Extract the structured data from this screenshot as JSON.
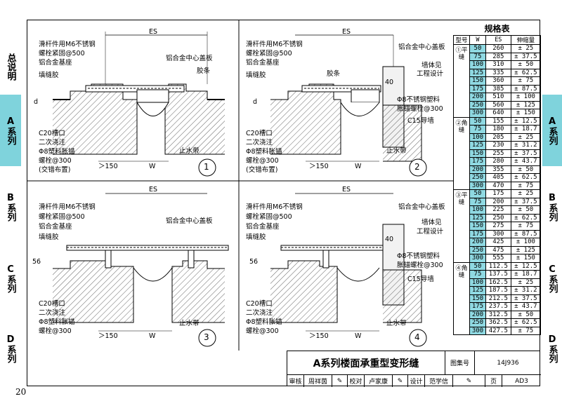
{
  "left_tabs": [
    {
      "label": "总说明",
      "active": false
    },
    {
      "label": "A系列",
      "active": true
    },
    {
      "label": "B系列",
      "active": false
    },
    {
      "label": "C系列",
      "active": false
    },
    {
      "label": "D系列",
      "active": false
    }
  ],
  "right_tabs": [
    {
      "label": "A系列",
      "active": true
    },
    {
      "label": "B系列",
      "active": false
    },
    {
      "label": "C系列",
      "active": false
    },
    {
      "label": "D系列",
      "active": false
    }
  ],
  "page_number": "20",
  "colors": {
    "accent": "#7fd3dc",
    "cell_highlight": "#8fd9e2"
  },
  "details": [
    {
      "number": "1",
      "es": "ES",
      "w": "W",
      "min_dim": "＞150",
      "d": "d",
      "left_labels": [
        "滑杆件用M6不锈钢",
        "螺栓紧固@500",
        "铝合金基座",
        "填缝胶"
      ],
      "bottom_labels": [
        "C20槽口",
        "二次浇注",
        "Φ8塑料胀锚",
        "螺栓@300",
        "(交错布置)"
      ],
      "right_labels": [
        "铝合金中心盖板",
        "胶条"
      ],
      "waterstop": "止水带"
    },
    {
      "number": "2",
      "es": "ES",
      "w": "W",
      "min_dim": "＞150",
      "d": "d",
      "dim40": "40",
      "left_labels": [
        "滑杆件用M6不锈钢",
        "螺栓紧固@500",
        "铝合金基座",
        "填缝胶"
      ],
      "bottom_labels": [
        "C20槽口",
        "二次浇注",
        "Φ8塑料胀锚",
        "螺栓@300",
        "(交错布置)"
      ],
      "right_labels": [
        "铝合金中心盖板",
        "墙体见",
        "工程设计",
        "胶条",
        "Φ8不锈钢塑料",
        "胀锚螺栓@300",
        "C15导墙"
      ],
      "waterstop": "止水带"
    },
    {
      "number": "3",
      "es": "ES",
      "w": "W",
      "min_dim": "＞150",
      "d": "56",
      "left_labels": [
        "滑杆件用M6不锈钢",
        "螺栓紧固@500",
        "铝合金基座",
        "填缝胶"
      ],
      "bottom_labels": [
        "C20槽口",
        "二次浇注",
        "Φ8塑料胀锚",
        "螺栓@300"
      ],
      "right_labels": [
        "铝合金中心盖板"
      ],
      "waterstop": "止水带"
    },
    {
      "number": "4",
      "es": "ES",
      "w": "W",
      "min_dim": "＞150",
      "d": "56",
      "dim40": "40",
      "left_labels": [
        "滑杆件用M6不锈钢",
        "螺栓紧固@500",
        "铝合金基座",
        "填缝胶"
      ],
      "bottom_labels": [
        "C20槽口",
        "二次浇注",
        "Φ8塑料胀锚",
        "螺栓@300"
      ],
      "right_labels": [
        "铝合金中心盖板",
        "墙体见",
        "工程设计",
        "Φ8不锈钢塑料",
        "胀锚螺栓@300",
        "C15导墙"
      ],
      "waterstop": "止水带"
    }
  ],
  "spec_table": {
    "title": "规格表",
    "headers": [
      "型号",
      "W",
      "ES",
      "伸缩量"
    ],
    "groups": [
      {
        "type": "①平缝",
        "rows": [
          [
            "50",
            "260",
            "± 25"
          ],
          [
            "75",
            "285",
            "± 37.5"
          ],
          [
            "100",
            "310",
            "± 50"
          ],
          [
            "125",
            "335",
            "± 62.5"
          ],
          [
            "150",
            "360",
            "± 75"
          ],
          [
            "175",
            "385",
            "± 87.5"
          ],
          [
            "200",
            "510",
            "± 100"
          ],
          [
            "250",
            "560",
            "± 125"
          ],
          [
            "300",
            "640",
            "± 150"
          ]
        ]
      },
      {
        "type": "②角缝",
        "rows": [
          [
            "50",
            "155",
            "± 12.5"
          ],
          [
            "75",
            "180",
            "± 18.7"
          ],
          [
            "100",
            "205",
            "± 25"
          ],
          [
            "125",
            "230",
            "± 31.2"
          ],
          [
            "150",
            "255",
            "± 37.5"
          ],
          [
            "175",
            "280",
            "± 43.7"
          ],
          [
            "200",
            "355",
            "± 50"
          ],
          [
            "250",
            "405",
            "± 62.5"
          ],
          [
            "300",
            "470",
            "± 75"
          ]
        ]
      },
      {
        "type": "③平缝",
        "rows": [
          [
            "50",
            "175",
            "± 25"
          ],
          [
            "75",
            "200",
            "± 37.5"
          ],
          [
            "100",
            "225",
            "± 50"
          ],
          [
            "125",
            "250",
            "± 62.5"
          ],
          [
            "150",
            "275",
            "± 75"
          ],
          [
            "175",
            "300",
            "± 87.5"
          ],
          [
            "200",
            "425",
            "± 100"
          ],
          [
            "250",
            "475",
            "± 125"
          ],
          [
            "300",
            "555",
            "± 150"
          ]
        ]
      },
      {
        "type": "④角缝",
        "rows": [
          [
            "50",
            "112.5",
            "± 12.5"
          ],
          [
            "75",
            "137.5",
            "± 18.7"
          ],
          [
            "100",
            "162.5",
            "± 25"
          ],
          [
            "125",
            "187.5",
            "± 31.2"
          ],
          [
            "150",
            "212.5",
            "± 37.5"
          ],
          [
            "175",
            "237.5",
            "± 43.7"
          ],
          [
            "200",
            "312.5",
            "± 50"
          ],
          [
            "250",
            "362.5",
            "± 62.5"
          ],
          [
            "300",
            "427.5",
            "± 75"
          ]
        ]
      }
    ]
  },
  "title_block": {
    "title": "A系列楼面承重型变形缝",
    "atlas_label": "图集号",
    "atlas_value": "14J936",
    "review_label": "审核",
    "review_name": "周祥茵",
    "check_label": "校对",
    "check_name": "卢家康",
    "design_label": "设计",
    "design_name": "范学信",
    "page_label": "页",
    "page_value": "AD3"
  }
}
